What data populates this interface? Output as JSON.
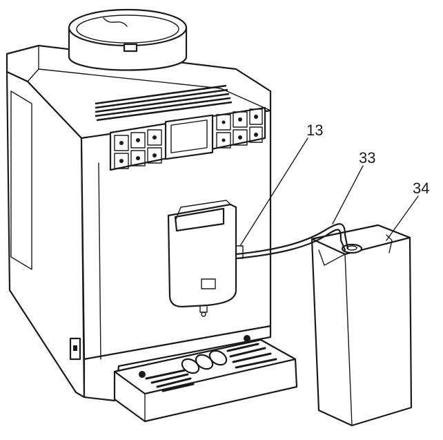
{
  "callouts": [
    {
      "id": "13",
      "label": "13"
    },
    {
      "id": "33",
      "label": "33"
    },
    {
      "id": "34",
      "label": "34"
    }
  ]
}
